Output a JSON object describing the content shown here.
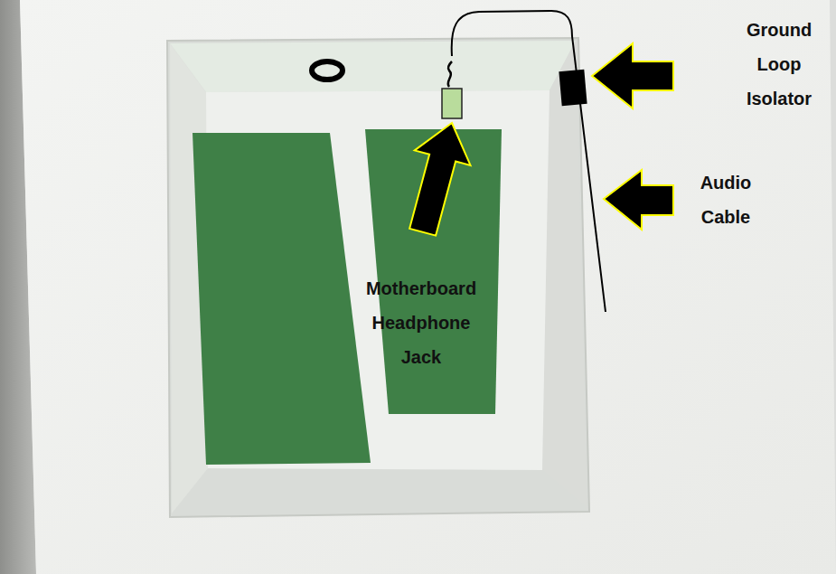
{
  "diagram": {
    "labels": [
      "Ground Loop Isolator",
      "Audio Cable",
      "Motherboard Headphone Jack"
    ]
  }
}
